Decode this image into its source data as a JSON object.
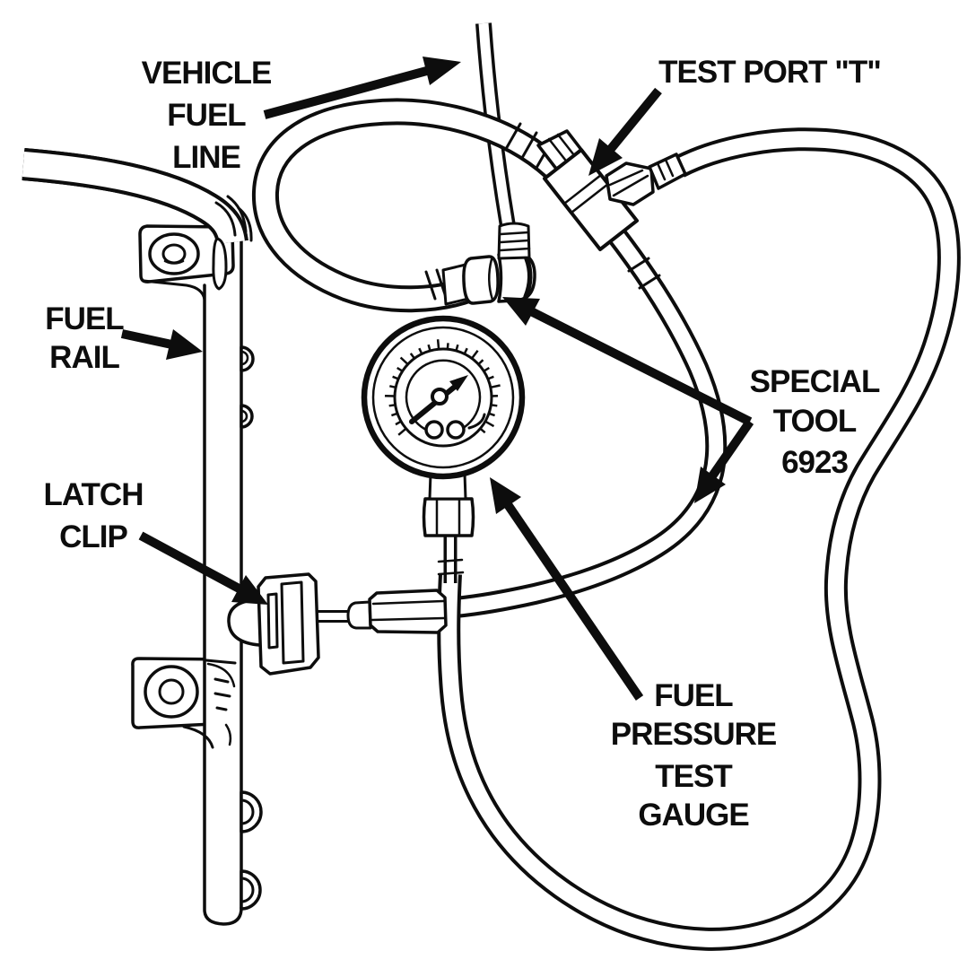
{
  "figure": {
    "background": "#ffffff",
    "ink_color": "#0d0d0d"
  },
  "labels": {
    "vehicle_fuel_line": {
      "lines": [
        "VEHICLE",
        "FUEL",
        "LINE"
      ]
    },
    "test_port": {
      "lines": [
        "TEST PORT \"T\""
      ]
    },
    "fuel_rail": {
      "lines": [
        "FUEL",
        "RAIL"
      ]
    },
    "latch_clip": {
      "lines": [
        "LATCH",
        "CLIP"
      ]
    },
    "special_tool": {
      "lines": [
        "SPECIAL",
        "TOOL",
        "6923"
      ]
    },
    "fuel_pressure_test_gauge": {
      "lines": [
        "FUEL",
        "PRESSURE",
        "TEST",
        "GAUGE"
      ]
    }
  }
}
